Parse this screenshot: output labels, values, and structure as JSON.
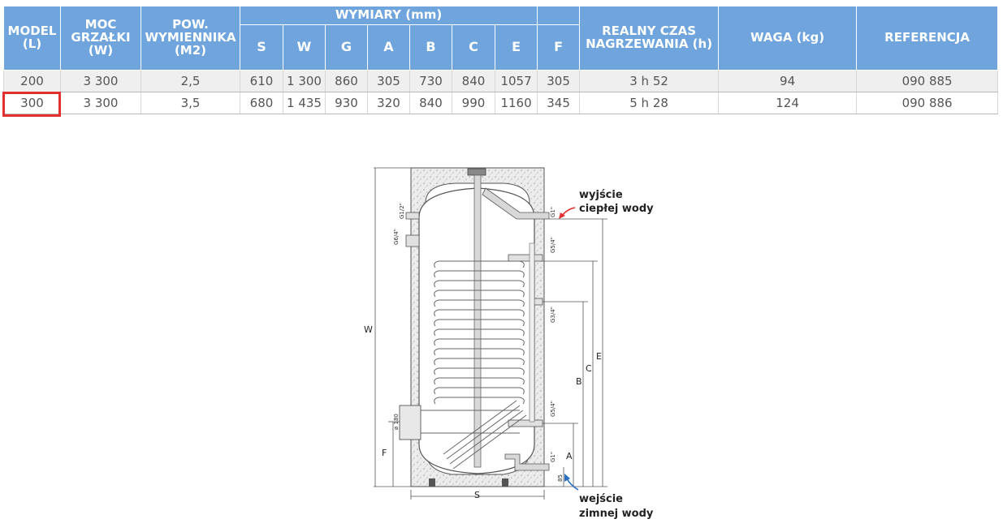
{
  "table": {
    "headers": {
      "model": "MODEL (L)",
      "moc": "MOC GRZAŁKI (W)",
      "pow": "POW. WYMIENNIKA (M2)",
      "wymiary": "WYMIARY (mm)",
      "dims": [
        "S",
        "W",
        "G",
        "A",
        "B",
        "C",
        "E",
        "F"
      ],
      "czas": "REALNY CZAS NAGRZEWANIA (h)",
      "waga": "WAGA (kg)",
      "ref": "REFERENCJA"
    },
    "rows": [
      {
        "model": "200",
        "moc": "3 300",
        "pow": "2,5",
        "S": "610",
        "W": "1 300",
        "G": "860",
        "A": "305",
        "B": "730",
        "C": "840",
        "E": "1057",
        "F": "305",
        "czas": "3 h 52",
        "waga": "94",
        "ref": "090 885"
      },
      {
        "model": "300",
        "moc": "3 300",
        "pow": "3,5",
        "S": "680",
        "W": "1 435",
        "G": "930",
        "A": "320",
        "B": "840",
        "C": "990",
        "E": "1160",
        "F": "345",
        "czas": "5 h 28",
        "waga": "124",
        "ref": "090 886"
      }
    ],
    "highlighted_row": 1
  },
  "diagram": {
    "labels": {
      "hot_line1": "wyjście",
      "hot_line2": "ciepłej wody",
      "cold_line1": "wejście",
      "cold_line2": "zimnej wody"
    },
    "dims": {
      "W": "W",
      "E": "E",
      "C": "C",
      "B": "B",
      "A": "A",
      "F": "F",
      "S": "S"
    },
    "fittings": {
      "g1_top": "G1\"",
      "g12": "G1/2\"",
      "g64_left": "G6/4\"",
      "g54_a": "G5/4\"",
      "g34": "G3/4\"",
      "g54_b": "G5/4\"",
      "g1_bottom": "G1\"",
      "phi180": "ø 180",
      "d85": "85"
    },
    "colors": {
      "hot_arrow": "#e03030",
      "cold_arrow": "#2a6fc0"
    }
  },
  "colors": {
    "header_bg": "#6fa5dc",
    "header_text": "#ffffff",
    "highlight": "#e03030"
  }
}
